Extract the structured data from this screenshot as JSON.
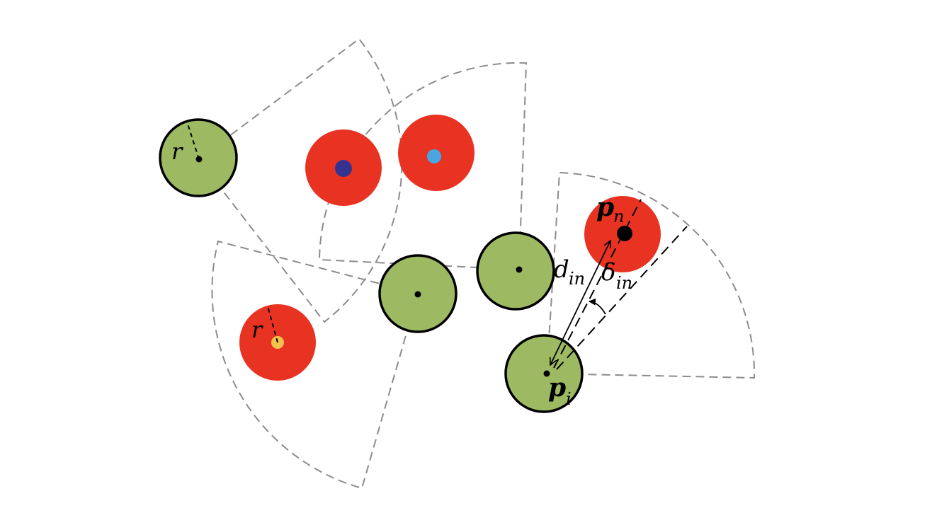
{
  "labels": {
    "radius_r_top": "r",
    "radius_r_bottom": "r",
    "p_n_main": "p",
    "p_n_sub": "n",
    "p_i_main": "p",
    "p_i_sub": "i",
    "d_in_main": "d",
    "d_in_sub": "in",
    "delta_in_main": "δ",
    "delta_in_sub": "in"
  },
  "colors": {
    "robot_fill": "#9dba62",
    "target_fill": "#e83323",
    "sector_stroke": "#8c8c8c",
    "marker_navy": "#36328f",
    "marker_blue": "#4aa5e0",
    "marker_yellow": "#f2c24f"
  }
}
